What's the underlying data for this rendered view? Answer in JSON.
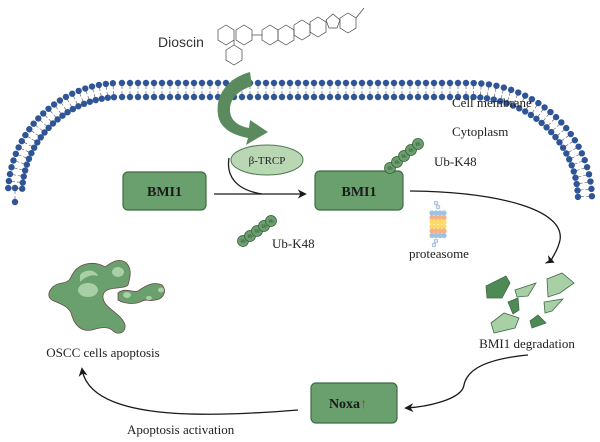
{
  "diagram": {
    "drug": {
      "label": "Dioscin"
    },
    "membrane": {
      "top_label": "Cell membrane",
      "bottom_label": "Cytoplasm",
      "lipid_color": "#2f5597"
    },
    "nodes": {
      "bmi1_left": {
        "label": "BMI1"
      },
      "bmi1_right": {
        "label": "BMI1"
      },
      "btrcp": {
        "label": "β-TRCP"
      },
      "noxa": {
        "label": "Noxa",
        "indicator": "↑",
        "indicator_color": "#c0392b"
      }
    },
    "labels": {
      "ub_k48_top": "Ub-K48",
      "ub_k48_bottom": "Ub-K48",
      "ub_bead": "Ub",
      "proteasome": "proteasome",
      "degradation": "BMI1 degradation",
      "apoptosis": "OSCC cells apoptosis",
      "apoptosis_activation": "Apoptosis activation"
    },
    "colors": {
      "box_fill": "#6a9f6e",
      "light_green": "#a9cfa6",
      "dark_green": "#4e8a55",
      "arrow_green": "#5a8a5e"
    }
  }
}
